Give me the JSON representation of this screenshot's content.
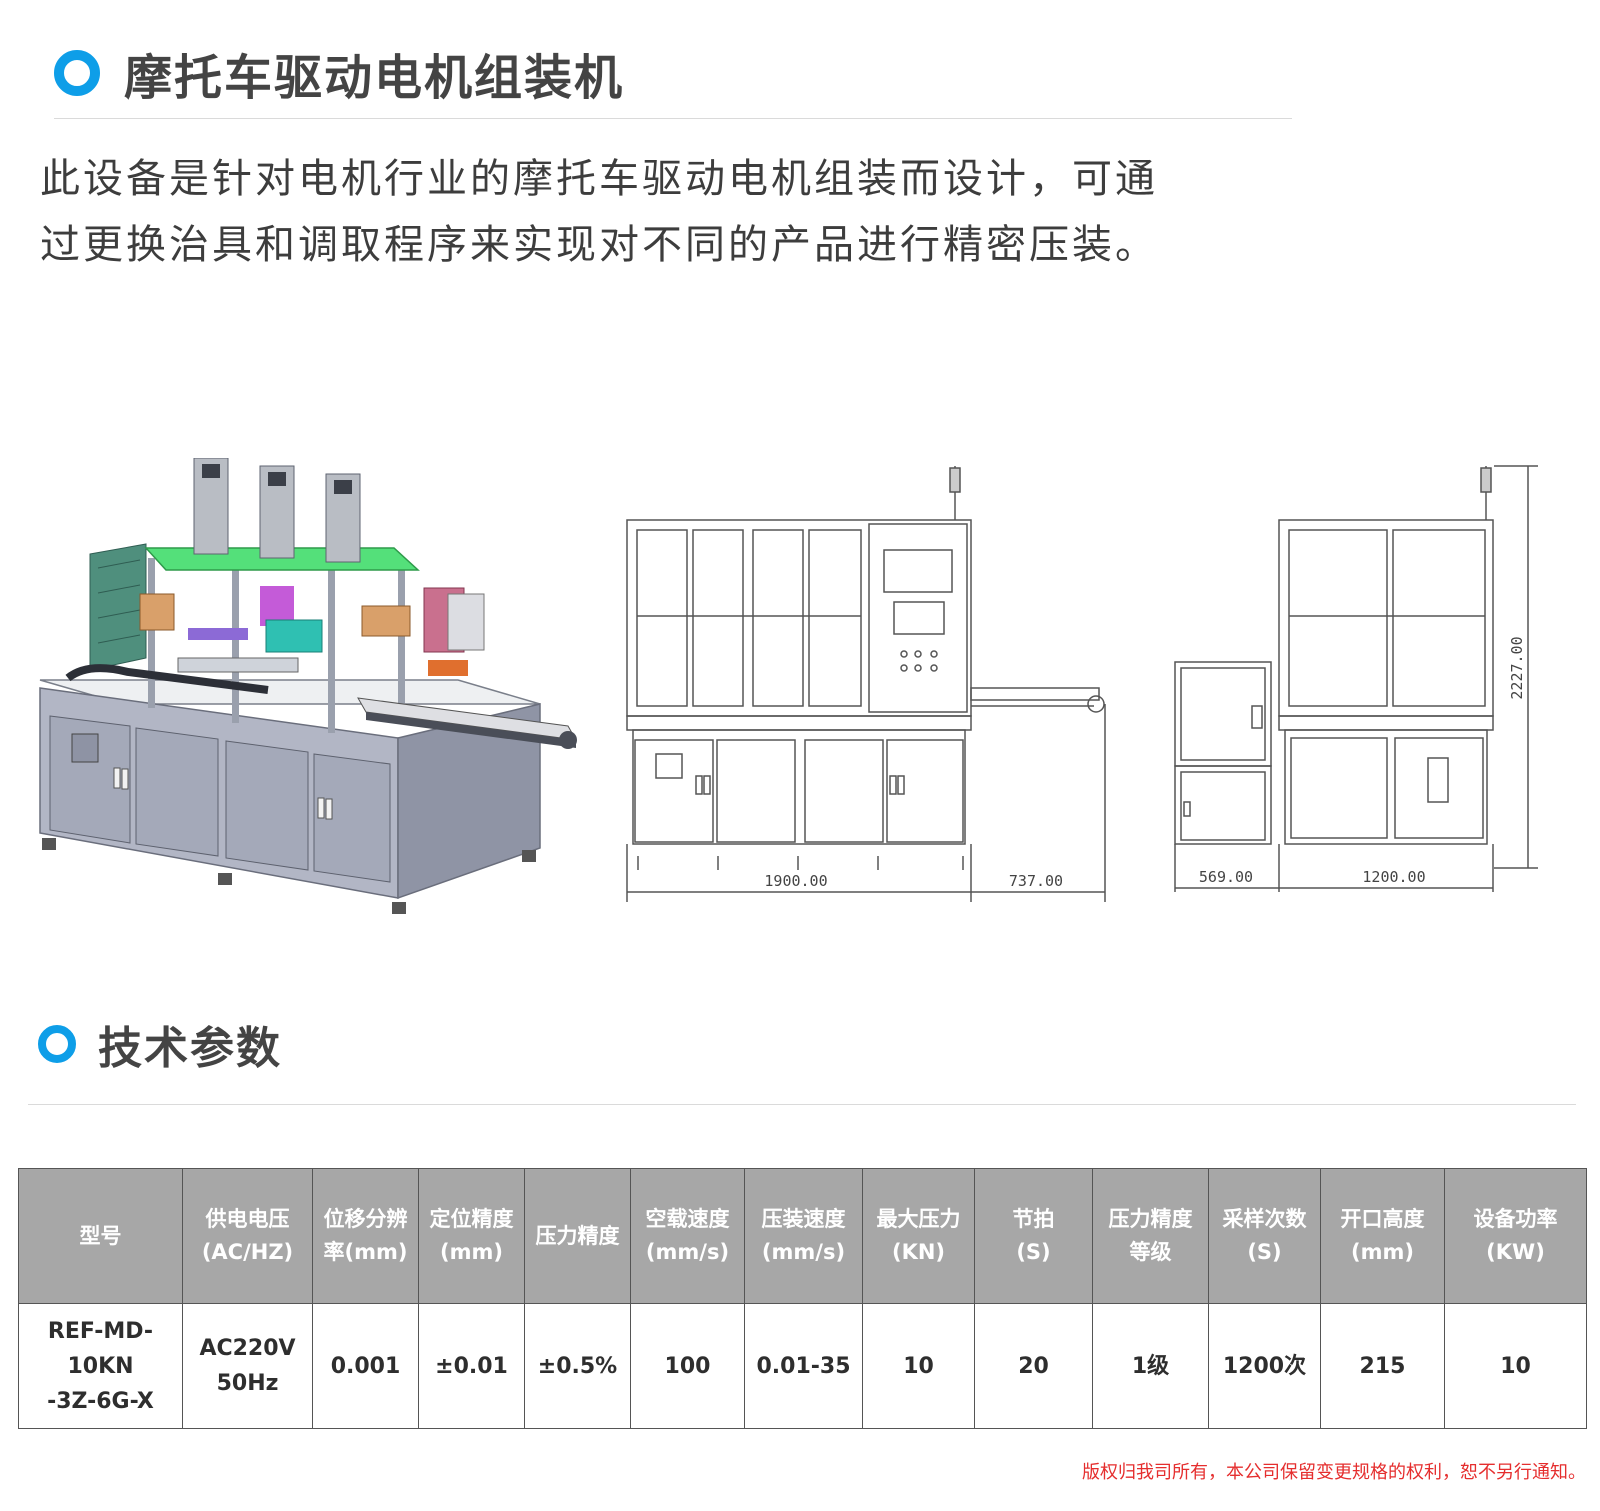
{
  "section1": {
    "title": "摩托车驱动电机组装机"
  },
  "intro": {
    "text": "此设备是针对电机行业的摩托车驱动电机组装而设计，可通过更换治具和调取程序来实现对不同的产品进行精密压装。"
  },
  "figures": {
    "dimensions": [
      "1900.00",
      "737.00",
      "569.00",
      "1200.00",
      "2227.00"
    ]
  },
  "section2": {
    "title": "技术参数"
  },
  "spec_table": {
    "headers": [
      [
        "型号"
      ],
      [
        "供电电压",
        "(AC/HZ)"
      ],
      [
        "位移分辨",
        "率(mm)"
      ],
      [
        "定位精度",
        "(mm)"
      ],
      [
        "压力精度"
      ],
      [
        "空载速度",
        "(mm/s)"
      ],
      [
        "压装速度",
        "(mm/s)"
      ],
      [
        "最大压力",
        "(KN)"
      ],
      [
        "节拍",
        "(S)"
      ],
      [
        "压力精度",
        "等级"
      ],
      [
        "采样次数",
        "(S)"
      ],
      [
        "开口高度",
        "(mm)"
      ],
      [
        "设备功率",
        "(KW)"
      ]
    ],
    "rows": [
      [
        [
          "REF-MD-10KN",
          "-3Z-6G-X"
        ],
        [
          "AC220V",
          "50Hz"
        ],
        [
          "0.001"
        ],
        [
          "±0.01"
        ],
        [
          "±0.5%"
        ],
        [
          "100"
        ],
        [
          "0.01-35"
        ],
        [
          "10"
        ],
        [
          "20"
        ],
        [
          "1级"
        ],
        [
          "1200次"
        ],
        [
          "215"
        ],
        [
          "10"
        ]
      ]
    ]
  },
  "footer": {
    "copyright": "版权归我司所有，本公司保留变更规格的权利，恕不另行通知。"
  },
  "colors": {
    "accent": "#0e9ee8",
    "header_bg": "#a7a7a7",
    "copyright": "#e52e2e"
  },
  "icons": [
    "ring-icon"
  ]
}
